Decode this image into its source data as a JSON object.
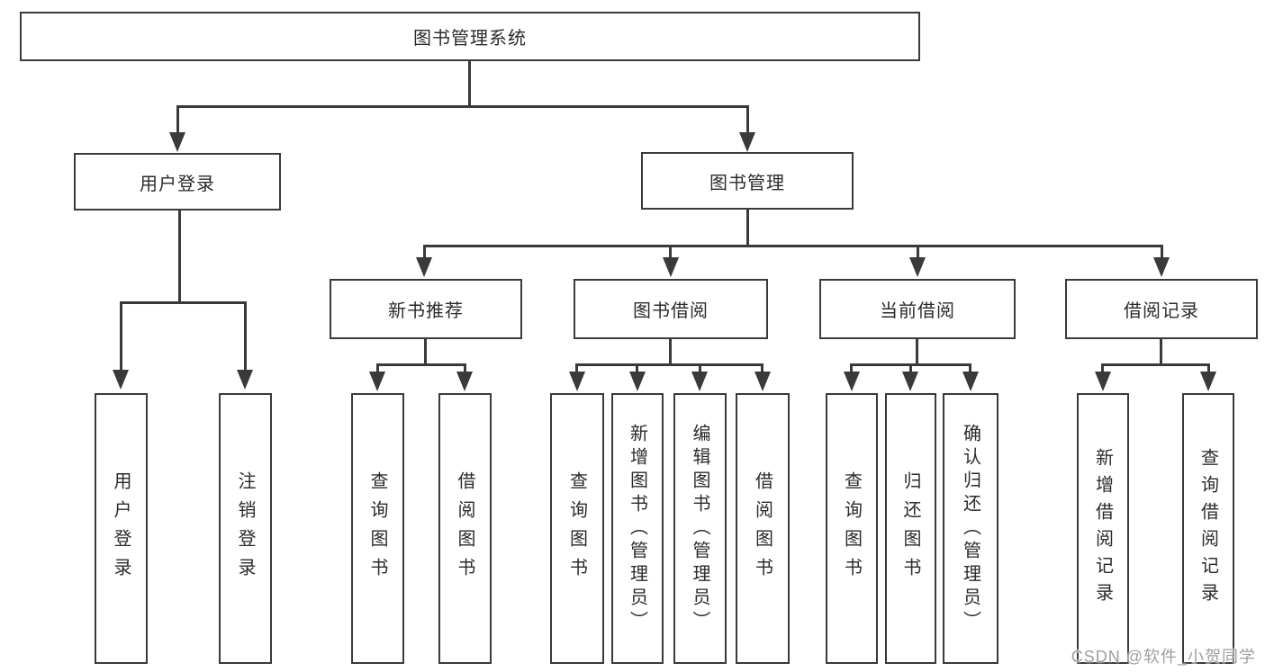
{
  "diagram": {
    "root": {
      "label": "图书管理系统"
    },
    "branches": [
      {
        "label": "用户登录",
        "children": [
          {
            "label": "用户登录"
          },
          {
            "label": "注销登录"
          }
        ]
      },
      {
        "label": "图书管理",
        "children": [
          {
            "label": "新书推荐",
            "children": [
              {
                "label": "查询图书"
              },
              {
                "label": "借阅图书"
              }
            ]
          },
          {
            "label": "图书借阅",
            "children": [
              {
                "label": "查询图书"
              },
              {
                "label": "新增图书（管理员）"
              },
              {
                "label": "编辑图书（管理员）"
              },
              {
                "label": "借阅图书"
              }
            ]
          },
          {
            "label": "当前借阅",
            "children": [
              {
                "label": "查询图书"
              },
              {
                "label": "归还图书"
              },
              {
                "label": "确认归还（管理员）"
              }
            ]
          },
          {
            "label": "借阅记录",
            "children": [
              {
                "label": "新增借阅记录"
              },
              {
                "label": "查询借阅记录"
              }
            ]
          }
        ]
      }
    ],
    "watermark": "CSDN @软件_小贺同学",
    "colors": {
      "line": "#3a3a3a",
      "text": "#2b2b2b",
      "background": "#ffffff",
      "watermark": "#9e9e9e"
    }
  }
}
